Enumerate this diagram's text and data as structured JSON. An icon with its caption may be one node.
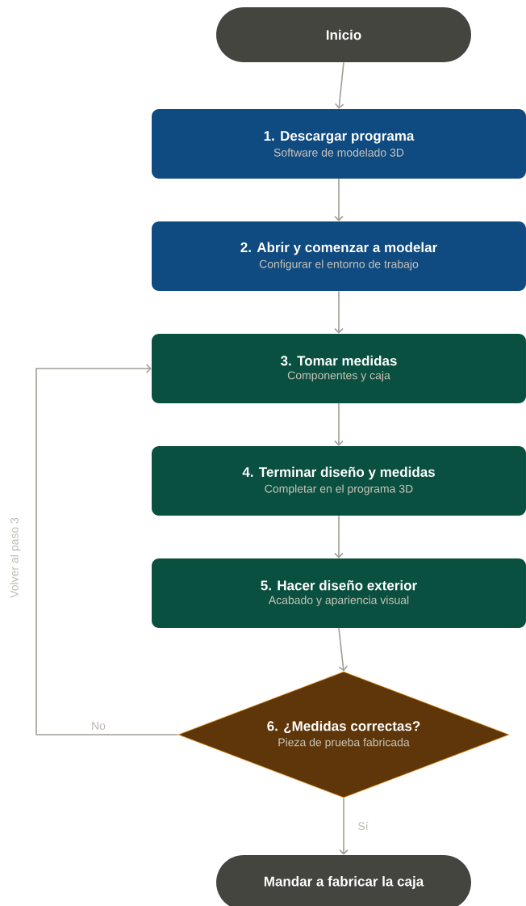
{
  "diagram": {
    "nodes": [
      {
        "text": [
          "Inicio"
        ]
      },
      {
        "text": [
          "1. Descargar programa",
          "Software de modelado 3D"
        ]
      },
      {
        "text": [
          "2. Abrir y comenzar a modelar",
          "Configurar el entorno de trabajo"
        ]
      },
      {
        "text": [
          "3. Tomar medidas",
          "Componentes y caja"
        ]
      },
      {
        "text": [
          "4. Terminar diseño y medidas",
          "Completar en el programa 3D"
        ]
      },
      {
        "text": [
          "5. Hacer diseño exterior",
          "Acabado y apariencia visual"
        ]
      },
      {
        "text": [
          "6. ¿Medidas correctas?",
          "Pieza de prueba fabricada"
        ]
      },
      {
        "text": [
          "Mandar a fabricar la caja"
        ]
      }
    ],
    "edges": [
      {
        "from": 0,
        "to": 1,
        "arrow": "to"
      },
      {
        "from": 1,
        "to": 2,
        "arrow": "to"
      },
      {
        "from": 2,
        "to": 3,
        "arrow": "to"
      },
      {
        "from": 3,
        "to": 4,
        "arrow": "to"
      },
      {
        "from": 4,
        "to": 5,
        "arrow": "to"
      },
      {
        "from": 5,
        "to": 6,
        "arrow": "to"
      },
      {
        "from": 6,
        "to": 7,
        "arrow": "to",
        "label": "Sí"
      },
      {
        "from": 6,
        "to": 3,
        "arrow": "to",
        "label": "No"
      }
    ],
    "labels": [
      "Volver al paso 3"
    ]
  }
}
